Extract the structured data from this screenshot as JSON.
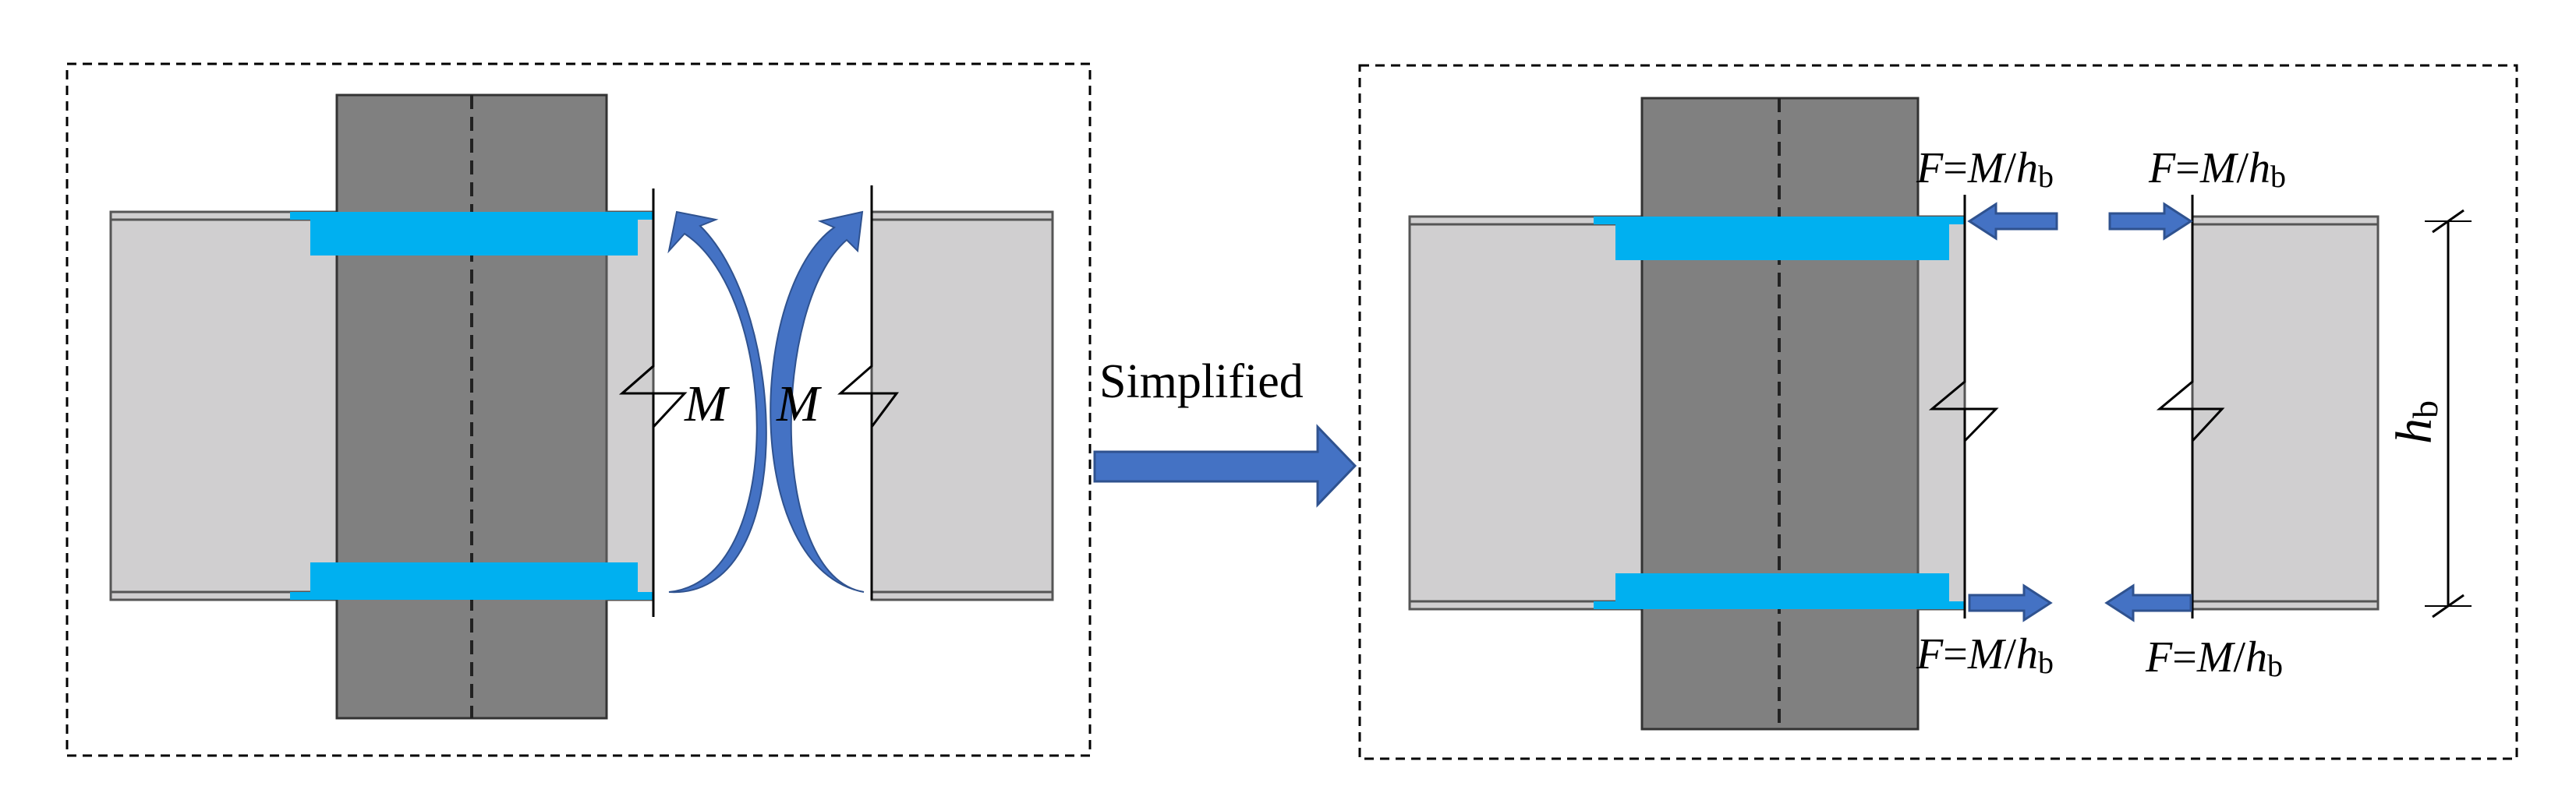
{
  "left_panel": {
    "moment_left": "M",
    "moment_right": "M"
  },
  "transition": {
    "label": "Simplified"
  },
  "right_panel": {
    "force_top_left": {
      "f": "F",
      "eq": "=",
      "m": "M",
      "slash": "/",
      "h": "h",
      "sub": "b"
    },
    "force_top_right": {
      "f": "F",
      "eq": "=",
      "m": "M",
      "slash": "/",
      "h": "h",
      "sub": "b"
    },
    "force_bottom_left": {
      "f": "F",
      "eq": "=",
      "m": "M",
      "slash": "/",
      "h": "h",
      "sub": "b"
    },
    "force_bottom_right": {
      "f": "F",
      "eq": "=",
      "m": "M",
      "slash": "/",
      "h": "h",
      "sub": "b"
    },
    "depth_label": {
      "h": "h",
      "sub": "b"
    }
  },
  "colors": {
    "column": "#808080",
    "beam": "#d0cfd0",
    "flange_plate": "#00b0f0",
    "arrow": "#4472c4",
    "arrow_dark": "#2f528f"
  }
}
